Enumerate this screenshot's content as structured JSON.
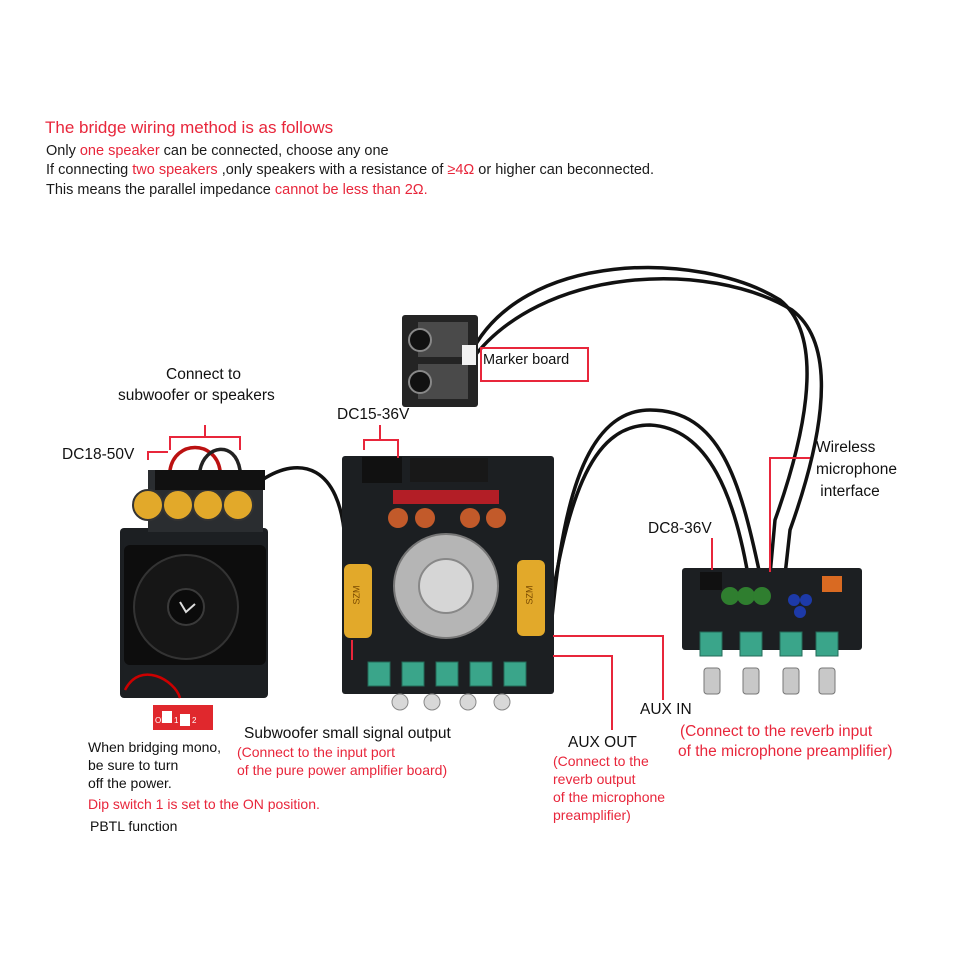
{
  "header": {
    "title": "The bridge wiring method is as follows",
    "line1": {
      "a": "Only ",
      "b": "one speaker",
      "c": " can be connected, choose any one"
    },
    "line2": {
      "a": " If connecting ",
      "b": "two speakers",
      "c": " ,only speakers with a resistance of ",
      "d": "≥4Ω",
      "e": " or higher can beconnected."
    },
    "line3": {
      "a": "This means the parallel impedance ",
      "b": "cannot be less than 2Ω."
    }
  },
  "labels": {
    "connect_to": "Connect to",
    "subwoofer_or_speakers": "subwoofer or speakers",
    "dc18_50v": "DC18-50V",
    "dc15_36v": "DC15-36V",
    "marker_board": "Marker board",
    "wireless_1": "Wireless",
    "wireless_2": "microphone",
    "wireless_3": " interface",
    "dc8_36v": "DC8-36V",
    "aux_in": "AUX IN",
    "aux_in_note_1": "(Connect to the reverb input",
    "aux_in_note_2": "of the microphone preamplifier)",
    "aux_out": "AUX OUT",
    "aux_out_note_1": "(Connect to the",
    "aux_out_note_2": "reverb output",
    "aux_out_note_3": "of the microphone",
    "aux_out_note_4": "preamplifier)",
    "sub_out": "Subwoofer small signal output",
    "sub_out_note_1": "(Connect to the input port",
    "sub_out_note_2": "of the pure power amplifier board)",
    "bridge_1": "When bridging mono,",
    "bridge_2": "be sure to turn",
    "bridge_3": "off the power.",
    "dip": "Dip switch 1 is set to the ON position.",
    "pbtl": "PBTL function",
    "dip_on": "ON",
    "dip_1": "1",
    "dip_2": "2",
    "cap_brand": "SZM"
  },
  "colors": {
    "accent_red": "#e8263b",
    "board_dark": "#1c1f22",
    "cap_yellow": "#e2a92a",
    "knob_teal": "#3aa58a"
  }
}
